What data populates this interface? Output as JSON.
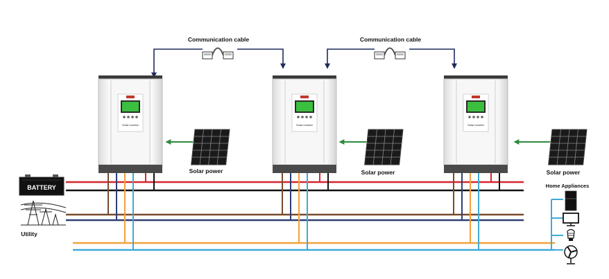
{
  "communication": [
    {
      "label": "Communication cable"
    },
    {
      "label": "Communication cable"
    }
  ],
  "inverters": [
    {
      "panel_label": "Solar Inverter",
      "solar_label": "Solar power"
    },
    {
      "panel_label": "Solar Inverter",
      "solar_label": "Solar power"
    },
    {
      "panel_label": "Solar Inverter",
      "solar_label": "Solar power"
    }
  ],
  "battery": {
    "label": "BATTERY"
  },
  "utility": {
    "label": "Utility"
  },
  "appliances": {
    "label": "Home Appliances"
  },
  "colors": {
    "battery_positive": "#d7262d",
    "battery_negative": "#111111",
    "ac_in_line": "#7a4a2a",
    "ac_in_neutral": "#2c3e73",
    "ac_out_line": "#f2a13a",
    "ac_out_neutral": "#3fa9d6",
    "comm_cable": "#1f2a5c",
    "solar_arrow": "#2e8b3d",
    "inverter_body": "#f1f1f1",
    "inverter_base": "#4a4a4a",
    "display": "#3bbf3f"
  }
}
